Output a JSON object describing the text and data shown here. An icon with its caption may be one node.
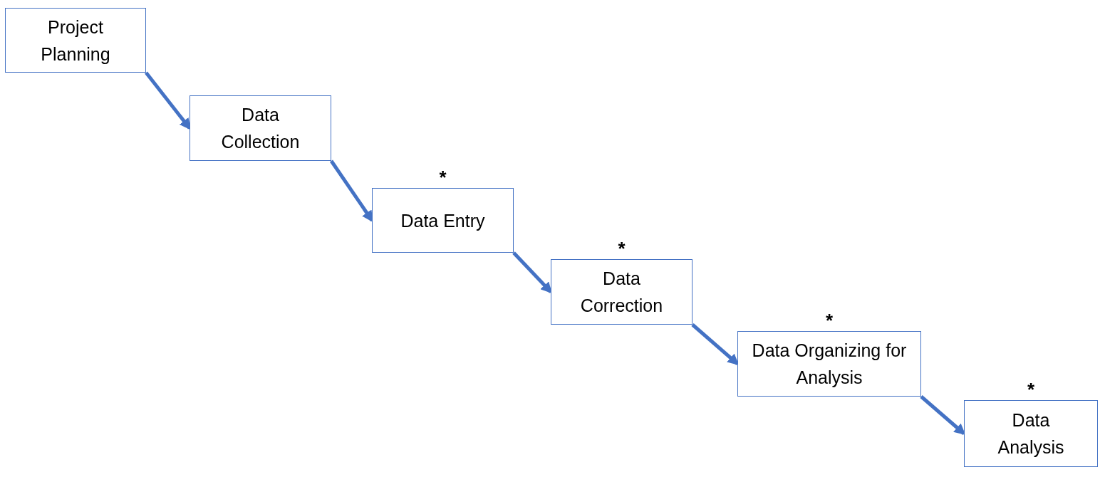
{
  "diagram": {
    "nodes": [
      {
        "text": [
          "Project Planning"
        ]
      },
      {
        "text": [
          "Data Collection"
        ]
      },
      {
        "text": [
          "Data Entry"
        ],
        "beside": [
          "*"
        ]
      },
      {
        "text": [
          "Data Correction"
        ],
        "beside": [
          "*"
        ]
      },
      {
        "text": [
          "Data Organizing for Analysis"
        ],
        "beside": [
          "*"
        ]
      },
      {
        "text": [
          "Data Analysis"
        ],
        "beside": [
          "*"
        ]
      }
    ],
    "edges": [
      {
        "from": 0,
        "to": 1,
        "arrow": "to"
      },
      {
        "from": 1,
        "to": 2,
        "arrow": "to"
      },
      {
        "from": 2,
        "to": 3,
        "arrow": "to"
      },
      {
        "from": 3,
        "to": 4,
        "arrow": "to"
      },
      {
        "from": 4,
        "to": 5,
        "arrow": "to"
      }
    ]
  }
}
